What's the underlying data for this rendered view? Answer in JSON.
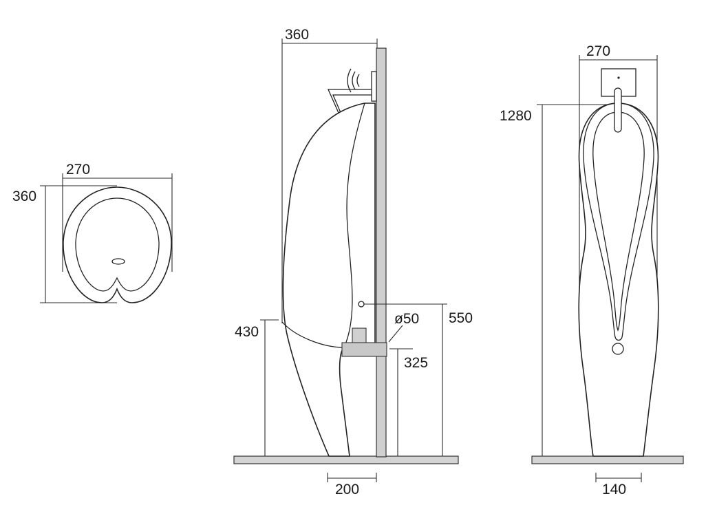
{
  "top_view": {
    "width_label": "270",
    "depth_label": "360"
  },
  "side_view": {
    "projection_label": "360",
    "rim_height_label": "430",
    "inlet_height_label": "550",
    "outlet_diameter_label": "ø50",
    "outlet_height_label": "325",
    "base_width_label": "200",
    "sensor_icon": "wireless-signal-icon"
  },
  "front_view": {
    "width_label": "270",
    "height_label": "1280",
    "base_width_label": "140"
  },
  "colors": {
    "line": "#222222",
    "wall_fill": "#cfcfcf",
    "floor_fill": "#d4d4d4"
  }
}
